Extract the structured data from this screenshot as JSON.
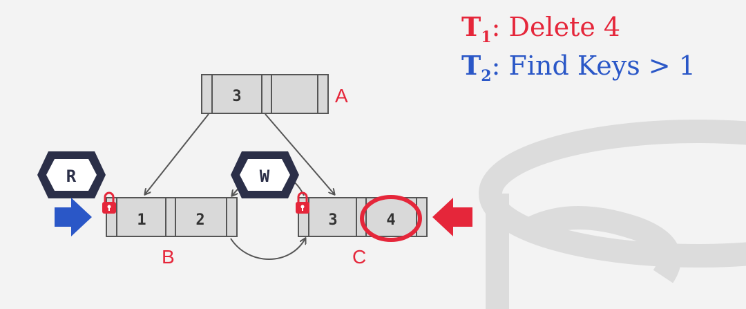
{
  "legend": {
    "t1": {
      "label": "T",
      "sub": "1",
      "text": ": Delete 4",
      "color": "#e5263a"
    },
    "t2": {
      "label": "T",
      "sub": "2",
      "text": ": Find Keys > 1",
      "color": "#2a57c7"
    }
  },
  "nodes": {
    "a": {
      "label": "A",
      "keys": [
        "3",
        ""
      ]
    },
    "b": {
      "label": "B",
      "keys": [
        "1",
        "2"
      ]
    },
    "c": {
      "label": "C",
      "keys": [
        "3",
        "4"
      ]
    }
  },
  "latches": {
    "read": {
      "label": "R"
    },
    "write": {
      "label": "W"
    }
  },
  "colors": {
    "node_fill": "#d9d9d9",
    "node_stroke": "#555555",
    "latch_dark": "#2b2f48",
    "lock_red": "#e5263a",
    "t1_red": "#e5263a",
    "t2_blue": "#2a57c7",
    "watermark": "#dcdcdc"
  }
}
